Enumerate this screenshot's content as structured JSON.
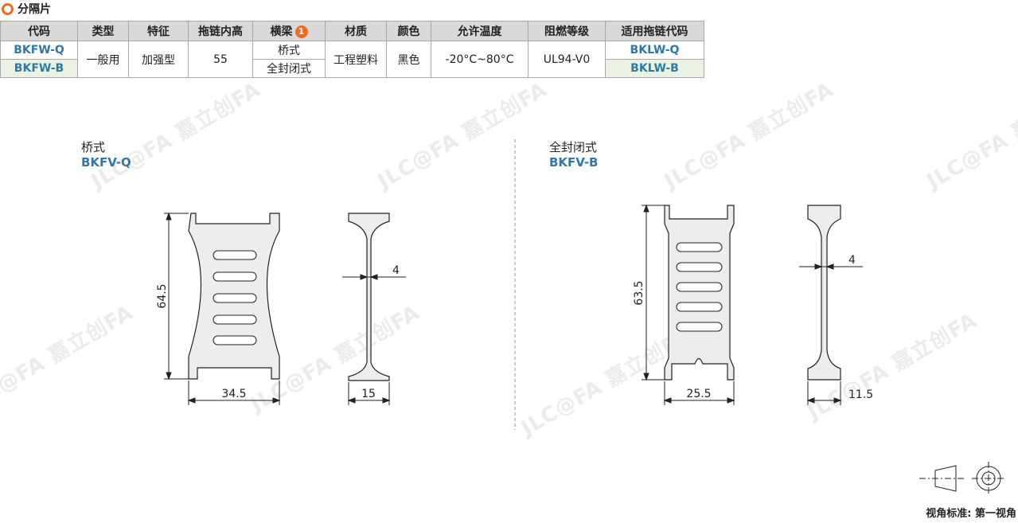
{
  "section": {
    "title": "分隔片"
  },
  "table": {
    "headers": [
      "代码",
      "类型",
      "特征",
      "拖链内高",
      "横梁",
      "材质",
      "颜色",
      "允许温度",
      "阻燃等级",
      "适用拖链代码"
    ],
    "beam_badge": "1",
    "rows": [
      {
        "code": "BKFW-Q",
        "type": "一般用",
        "feature": "加强型",
        "inner_height": "55",
        "beam": "桥式",
        "material": "工程塑料",
        "color": "黑色",
        "temperature": "-20°C~80°C",
        "flame_rating": "UL94-V0",
        "chain_code": "BKLW-Q"
      },
      {
        "code": "BKFW-B",
        "beam": "全封闭式",
        "chain_code": "BKLW-B"
      }
    ]
  },
  "views": {
    "left": {
      "name": "桥式",
      "code": "BKFV-Q",
      "height_dim": "64.5",
      "width_dim": "34.5",
      "thickness_dim": "4",
      "depth_dim": "15"
    },
    "right": {
      "name": "全封闭式",
      "code": "BKFV-B",
      "height_dim": "63.5",
      "width_dim": "25.5",
      "thickness_dim": "4",
      "depth_dim": "11.5"
    }
  },
  "legend": {
    "label": "视角标准: 第一视角"
  },
  "watermark": {
    "text": "JLC@FA 嘉立创FA"
  },
  "colors": {
    "accent": "#f26b1d",
    "code_blue": "#2f78a8",
    "header_gray": "#d9d9d9",
    "row_green": "#eaf3e3",
    "part_fill": "#ededed"
  }
}
